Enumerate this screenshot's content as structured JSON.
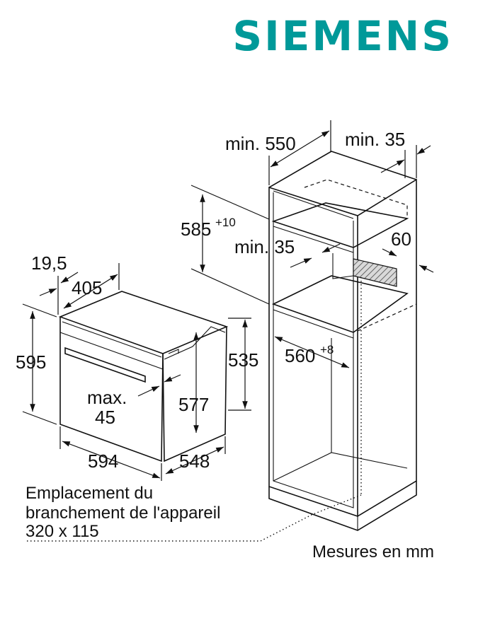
{
  "brand": {
    "logo": "SIEMENS",
    "color": "#009999"
  },
  "labels": {
    "min_550": "min. 550",
    "min_35_top": "min. 35",
    "h585": "585",
    "h585_sup": "+10",
    "min_35_mid": "min. 35",
    "d60": "60",
    "w560": "560",
    "w560_sup": "+8",
    "d19_5": "19,5",
    "d405": "405",
    "h595": "595",
    "h535": "535",
    "max_line1": "max.",
    "max_line2": "45",
    "h577": "577",
    "w594": "594",
    "d548": "548"
  },
  "connection_note": {
    "line1": "Emplacement du",
    "line2": "branchement de l'appareil",
    "line3": "320 x 115"
  },
  "units_note": "Mesures en mm"
}
